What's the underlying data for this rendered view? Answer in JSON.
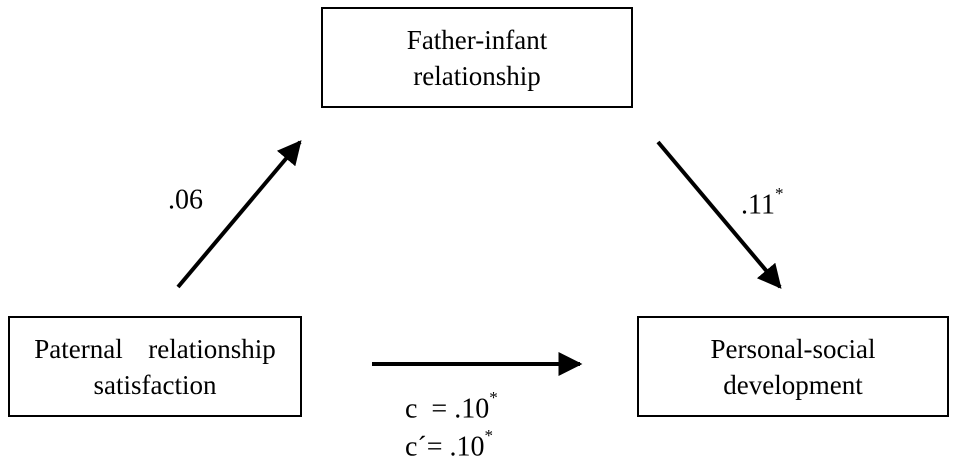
{
  "nodes": {
    "top": {
      "line1": "Father-infant",
      "line2": "relationship"
    },
    "left": {
      "line1": "Paternal  relationship",
      "line2": "satisfaction"
    },
    "right": {
      "line1": "Personal-social",
      "line2": "development"
    }
  },
  "paths": {
    "a": {
      "value": ".06",
      "sig": ""
    },
    "b": {
      "value": ".11",
      "sig": "*"
    },
    "c": {
      "label": "c  = .10",
      "sig": "*"
    },
    "c_prime": {
      "label": "c´= .10",
      "sig": "*"
    }
  },
  "colors": {
    "stroke": "#000000",
    "background": "#ffffff"
  }
}
